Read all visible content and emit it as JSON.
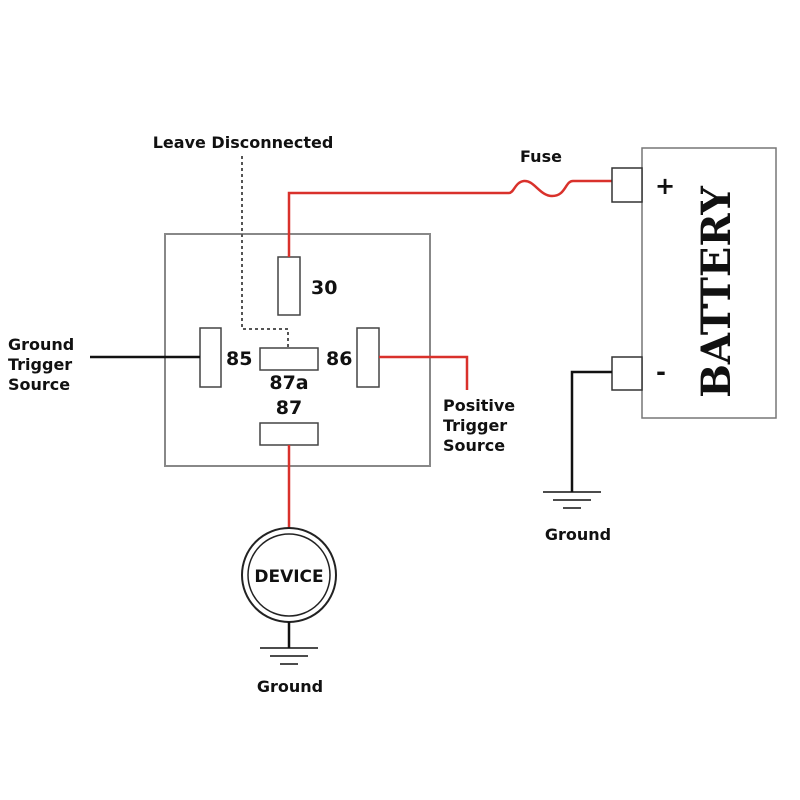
{
  "labels": {
    "leave_disconnected": "Leave Disconnected",
    "fuse": "Fuse",
    "ground_trigger": [
      "Ground",
      "Trigger",
      "Source"
    ],
    "positive_trigger": [
      "Positive",
      "Trigger",
      "Source"
    ],
    "ground_battery": "Ground",
    "ground_device": "Ground",
    "device": "DEVICE",
    "battery": "BATTERY",
    "plus": "+",
    "minus": "-"
  },
  "pins": {
    "p30": "30",
    "p85": "85",
    "p86": "86",
    "p87a": "87a",
    "p87": "87"
  },
  "colors": {
    "positive_wire": "#d9312b",
    "wire": "#111111",
    "outline": "#777777"
  }
}
